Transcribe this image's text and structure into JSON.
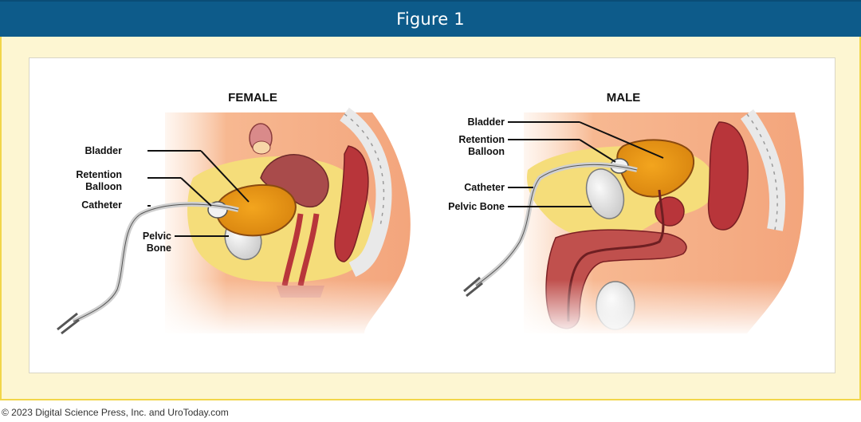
{
  "header": {
    "title": "Figure 1"
  },
  "diagram": {
    "female": {
      "title": "FEMALE",
      "labels": {
        "bladder": "Bladder",
        "retention_1": "Retention",
        "retention_2": "Balloon",
        "catheter": "Catheter",
        "pelvic_1": "Pelvic",
        "pelvic_2": "Bone"
      }
    },
    "male": {
      "title": "MALE",
      "labels": {
        "bladder": "Bladder",
        "retention_1": "Retention",
        "retention_2": "Balloon",
        "catheter": "Catheter",
        "pelvic_bone": "Pelvic Bone"
      }
    }
  },
  "footer": {
    "copyright": "© 2023 Digital Science Press, Inc. and UroToday.com"
  },
  "colors": {
    "header_bg": "#0d5b8a",
    "frame_border": "#f2d64a",
    "frame_bg": "#fdf6d2",
    "skin": "#f6b48a",
    "fat": "#f5dd7a",
    "bladder": "#e8961a",
    "muscle": "#b8353a",
    "bone": "#e4e4e4"
  }
}
